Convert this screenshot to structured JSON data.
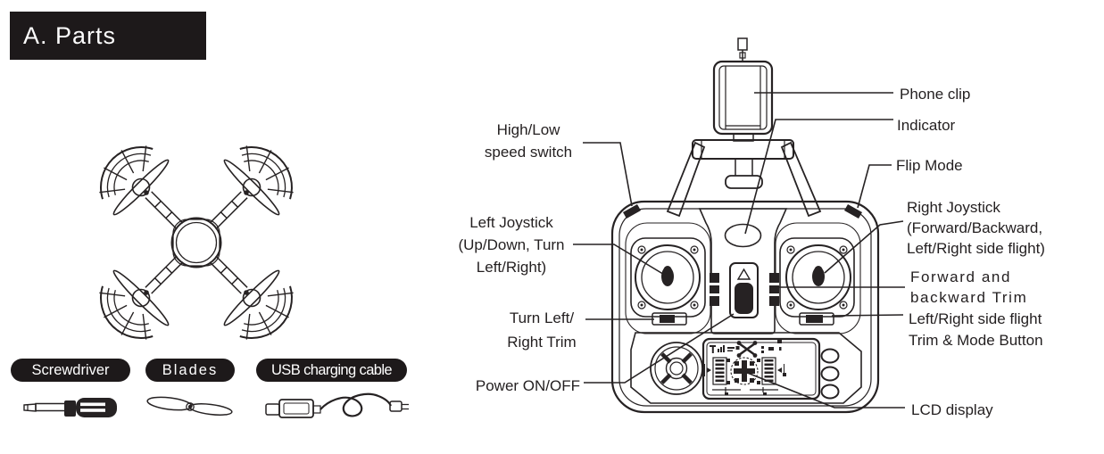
{
  "colors": {
    "ink": "#231f20",
    "background": "#ffffff"
  },
  "header": {
    "title": "A. Parts"
  },
  "accessories": {
    "items": [
      {
        "label": "Screwdriver",
        "icon": "screwdriver-icon"
      },
      {
        "label": "Blades",
        "icon": "blade-icon"
      },
      {
        "label": "USB charging cable",
        "icon": "usb-cable-icon"
      }
    ]
  },
  "callouts": {
    "high_low": "High/Low\nspeed switch",
    "left_joystick": "Left Joystick\n(Up/Down, Turn\nLeft/Right)",
    "turn_trim": "Turn Left/\nRight Trim",
    "power": "Power ON/OFF",
    "phone_clip": "Phone clip",
    "indicator": "Indicator",
    "flip_mode": "Flip Mode",
    "right_joystick": "Right Joystick\n(Forward/Backward,\nLeft/Right side flight)",
    "fwd_trim": "Forward and\nbackward Trim",
    "lr_trim": "Left/Right side flight\nTrim & Mode Button",
    "lcd": "LCD display"
  }
}
